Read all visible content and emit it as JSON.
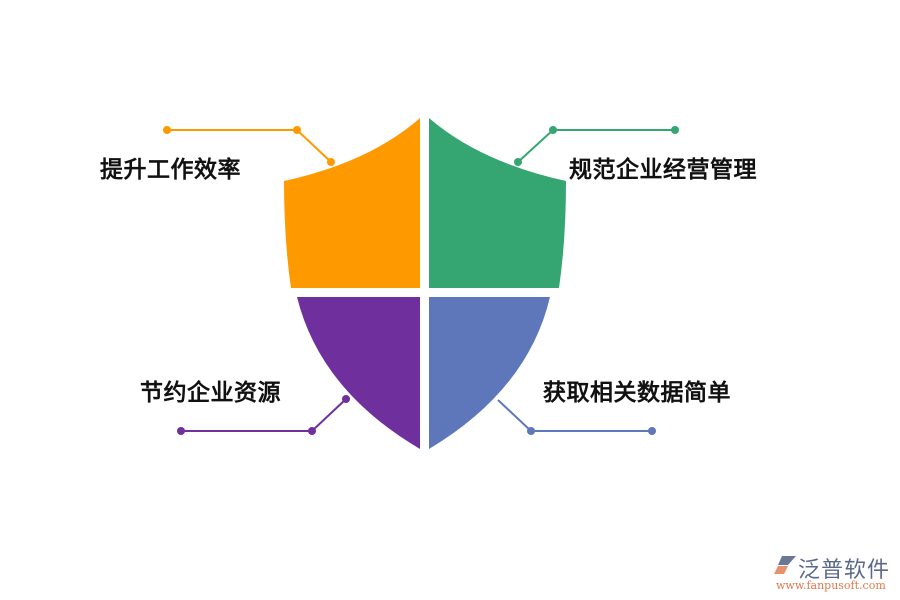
{
  "diagram": {
    "type": "shield-quadrant",
    "quadrants": [
      {
        "position": "top-left",
        "label": "提升工作效率",
        "color": "#FF9900"
      },
      {
        "position": "top-right",
        "label": "规范企业经营管理",
        "color": "#35A672"
      },
      {
        "position": "bottom-left",
        "label": "节约企业资源",
        "color": "#6F309E"
      },
      {
        "position": "bottom-right",
        "label": "获取相关数据简单",
        "color": "#5E77BA"
      }
    ]
  },
  "watermark": {
    "brand": "泛普软件",
    "url": "www.fanpusoft.com",
    "brand_color": "#5c6a8a",
    "url_color": "#e07a4a"
  }
}
